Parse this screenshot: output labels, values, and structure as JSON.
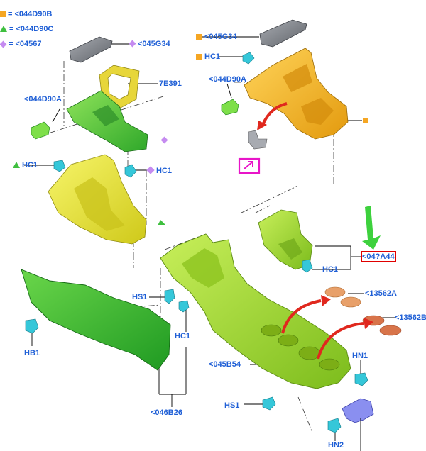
{
  "legend": [
    {
      "marker": "square",
      "color": "#f5a623",
      "text": "= <044D90B"
    },
    {
      "marker": "triangle",
      "color": "#3fbf3f",
      "text": "= <044D90C"
    },
    {
      "marker": "diamond",
      "color": "#c58bf0",
      "text": "= <04567"
    }
  ],
  "labels": {
    "g34_left": "<045G34",
    "n7e391": "7E391",
    "d90a_left": "<044D90A",
    "hc1_left": "HC1",
    "hc1_mid": "HC1",
    "g34_right": "<045G34",
    "hc1_right": "HC1",
    "d90a_right": "<044D90A",
    "a44": "<04?A44",
    "hc1_lower": "HC1",
    "hs1_top": "HS1",
    "hc1_vert": "HC1",
    "n13562a": "<13562A",
    "n13562b": "<13562B",
    "hb1": "HB1",
    "b54": "<045B54",
    "hn1": "HN1",
    "b26": "<046B26",
    "hs1_bottom": "HS1",
    "hn2": "HN2"
  },
  "colors": {
    "label_blue": "#1f5fd6",
    "orange_part": "#f3b41b",
    "yellow_part": "#e9e62a",
    "green_part": "#59c93a",
    "lime_console": "#9ed62c",
    "dark_green_panel": "#34b534",
    "pad_orange": "#e8a06a",
    "red_arrow": "#e0281e",
    "green_arrow": "#3dd13d",
    "clip_cyan": "#35c7d9",
    "magenta_box": "#e815c8",
    "red_box": "#e00000"
  }
}
